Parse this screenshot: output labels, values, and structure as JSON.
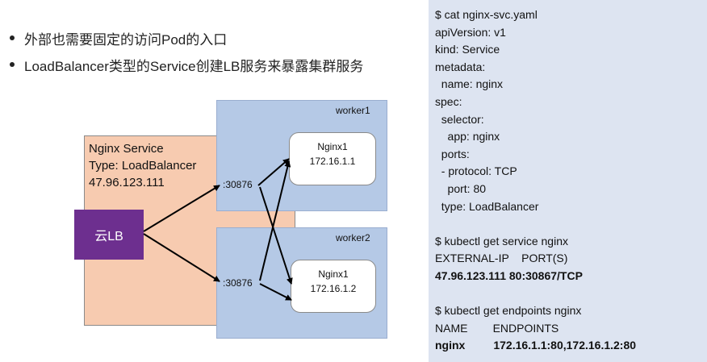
{
  "bullets": [
    "外部也需要固定的访问Pod的入口",
    "LoadBalancer类型的Service创建LB服务来暴露集群服务"
  ],
  "service": {
    "line1": "Nginx Service",
    "line2": "Type: LoadBalancer",
    "line3": "47.96.123.111"
  },
  "lb_label": "云LB",
  "workers": [
    {
      "label": "worker1",
      "port": ":30876",
      "pod_name": "Nginx1",
      "pod_ip": "172.16.1.1"
    },
    {
      "label": "worker2",
      "port": ":30876",
      "pod_name": "Nginx1",
      "pod_ip": "172.16.1.2"
    }
  ],
  "code_lines": [
    "$ cat nginx-svc.yaml",
    "apiVersion: v1",
    "kind: Service",
    "metadata:",
    "  name: nginx",
    "spec:",
    "  selector:",
    "    app: nginx",
    "  ports:",
    "  - protocol: TCP",
    "    port: 80",
    "  type: LoadBalancer",
    "",
    "$ kubectl get service nginx",
    "EXTERNAL-IP    PORT(S)",
    "47.96.123.111 80:30867/TCP",
    "",
    "$ kubectl get endpoints nginx",
    "NAME        ENDPOINTS",
    "nginx         172.16.1.1:80,172.16.1.2:80"
  ],
  "bold_lines": [
    15,
    19
  ],
  "colors": {
    "service_fill": "#f7cbb0",
    "worker_fill": "#b5c9e6",
    "lb_fill": "#6d2f8f",
    "code_bg": "#dde4f1"
  }
}
